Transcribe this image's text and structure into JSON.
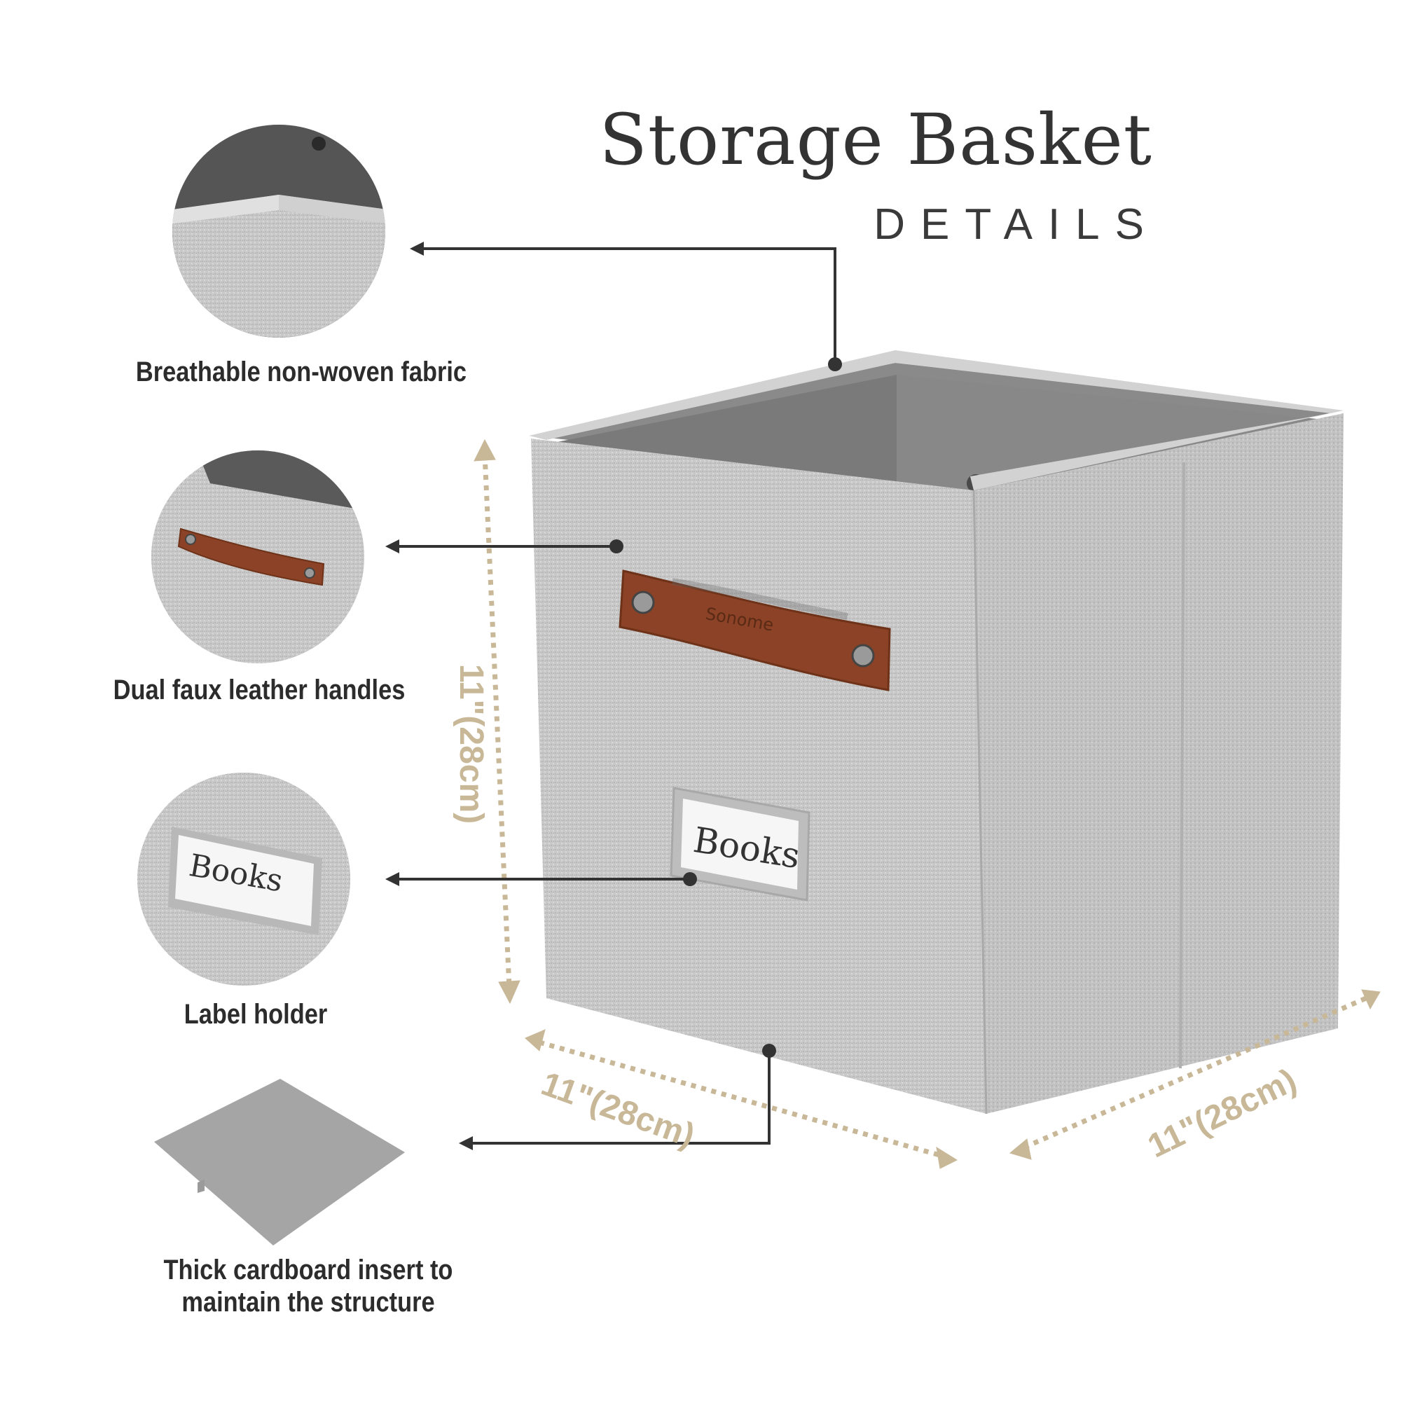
{
  "header": {
    "title": "Storage Basket",
    "subtitle": "DETAILS"
  },
  "features": [
    {
      "caption": "Breathable non-woven fabric"
    },
    {
      "caption": "Dual faux leather handles"
    },
    {
      "caption": "Label holder"
    },
    {
      "caption": "Thick cardboard insert to maintain the structure"
    }
  ],
  "label_tag": {
    "text": "Books"
  },
  "handle_brand": {
    "text": "Sonome"
  },
  "dimensions": {
    "height": "11\"(28cm)",
    "width": "11\"(28cm)",
    "depth": "11\"(28cm)"
  },
  "colors": {
    "fabric": "#c9c9c9",
    "fabric_dark": "#a9a9a9",
    "interior": "#7d7d7d",
    "leather": "#8b4226",
    "dimension_accent": "#c8b898",
    "text": "#2c2c2c"
  }
}
